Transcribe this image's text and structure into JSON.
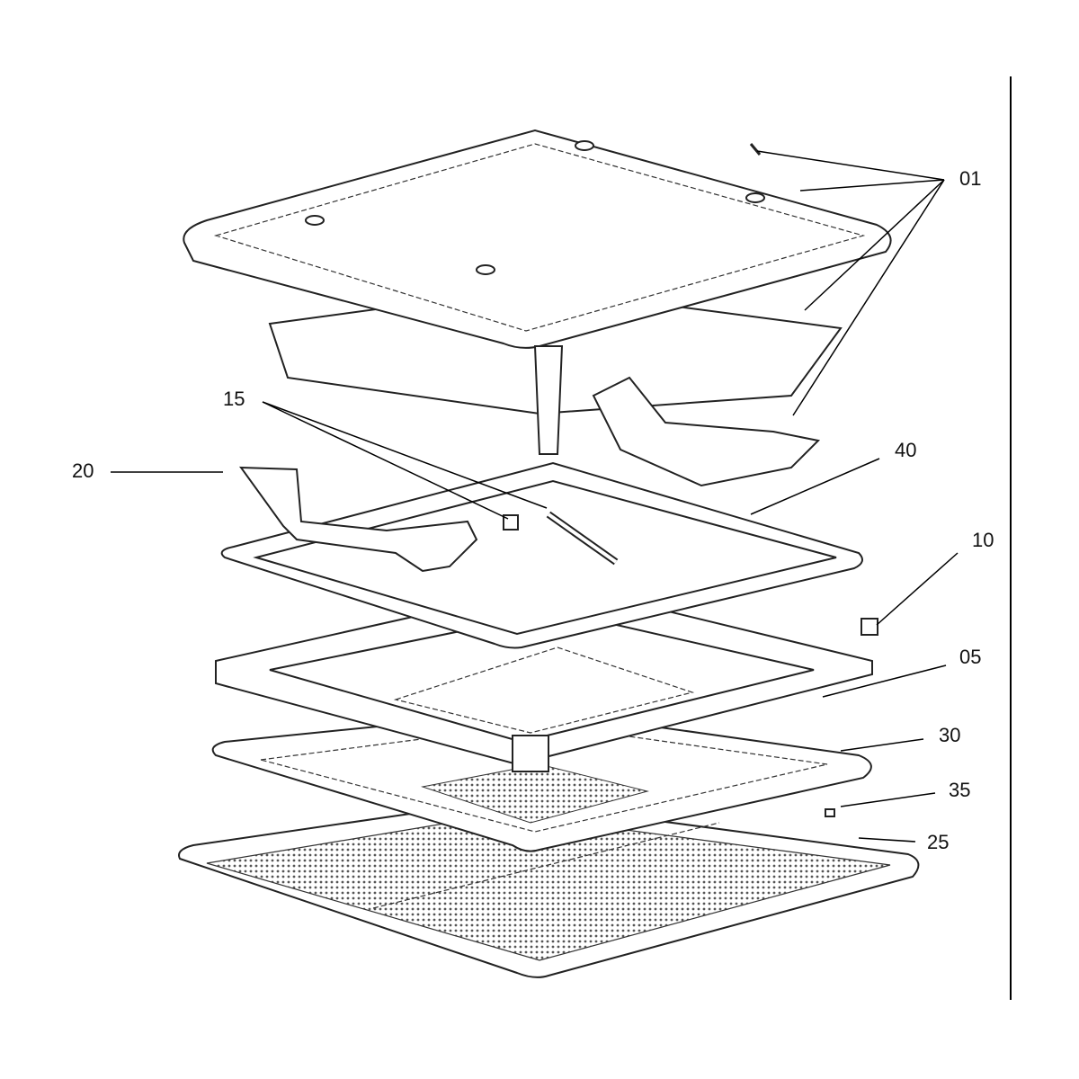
{
  "diagram": {
    "type": "exploded-parts-view",
    "callouts": [
      {
        "id": "01",
        "label": "01"
      },
      {
        "id": "15",
        "label": "15"
      },
      {
        "id": "20",
        "label": "20"
      },
      {
        "id": "40",
        "label": "40"
      },
      {
        "id": "10",
        "label": "10"
      },
      {
        "id": "05",
        "label": "05"
      },
      {
        "id": "30",
        "label": "30"
      },
      {
        "id": "35",
        "label": "35"
      },
      {
        "id": "25",
        "label": "25"
      }
    ]
  }
}
